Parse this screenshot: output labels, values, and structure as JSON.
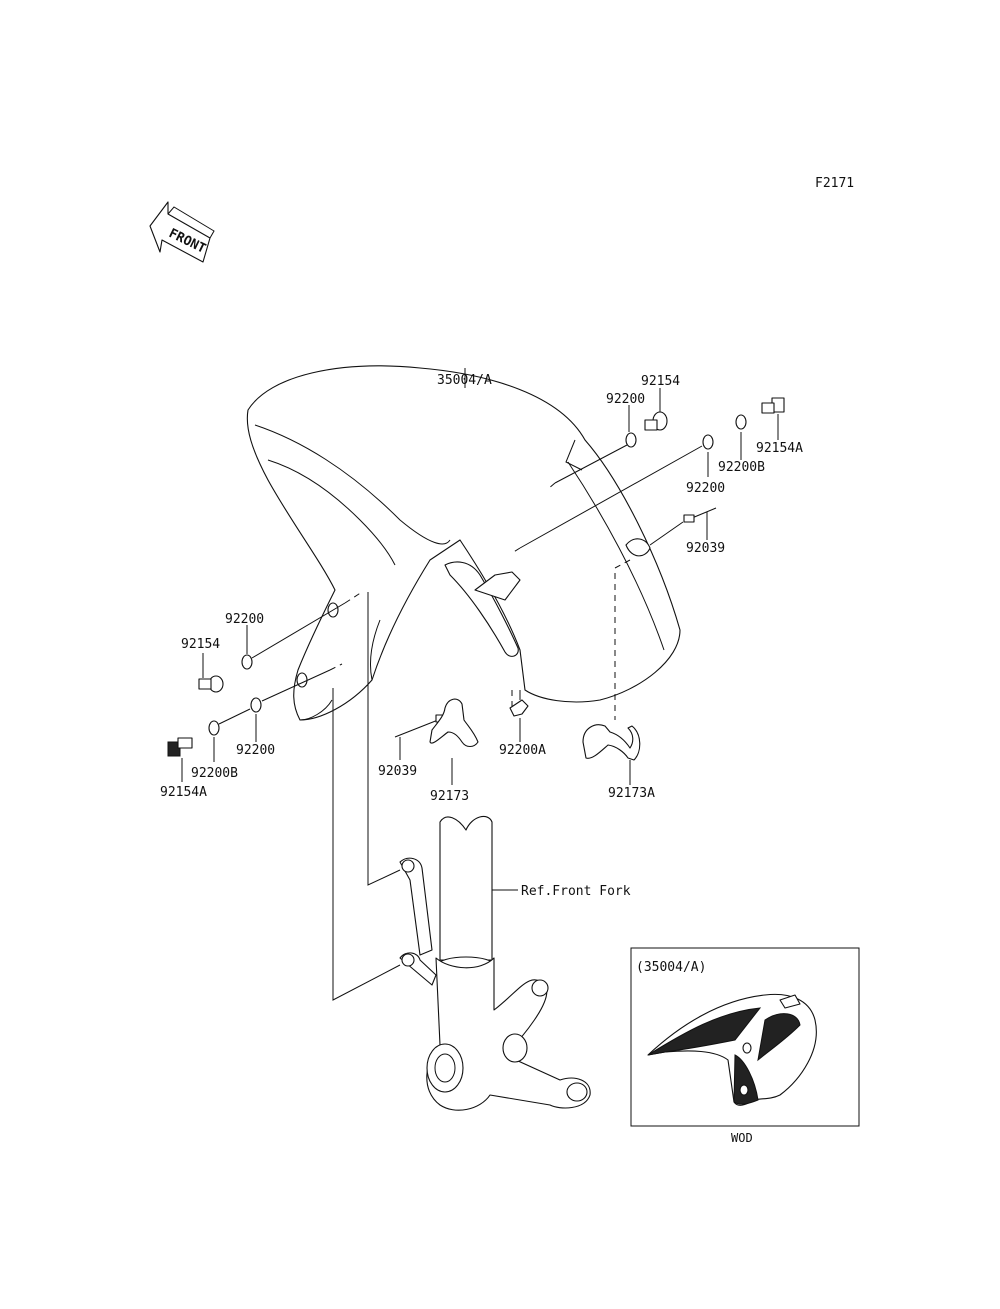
{
  "diagram_code": "F2171",
  "front_arrow": {
    "text": "FRONT",
    "icon": "front-direction-arrow-icon"
  },
  "labels": {
    "fender": "35004/A",
    "bolt_92154_top": "92154",
    "washer_92200_top": "92200",
    "bolt_92154A_right": "92154A",
    "washer_92200B_right": "92200B",
    "washer_92200_mid": "92200",
    "screw_92039_right": "92039",
    "washer_92200_left_upper": "92200",
    "bolt_92154_left": "92154",
    "washer_92200_left_lower": "92200",
    "washer_92200B_left": "92200B",
    "bolt_92154A_left": "92154A",
    "screw_92039_left": "92039",
    "clamp_92173": "92173",
    "washer_92200A": "92200A",
    "clamp_92173A": "92173A",
    "ref_front_fork": "Ref.Front Fork"
  },
  "inset": {
    "title": "(35004/A)",
    "caption": "WOD"
  }
}
